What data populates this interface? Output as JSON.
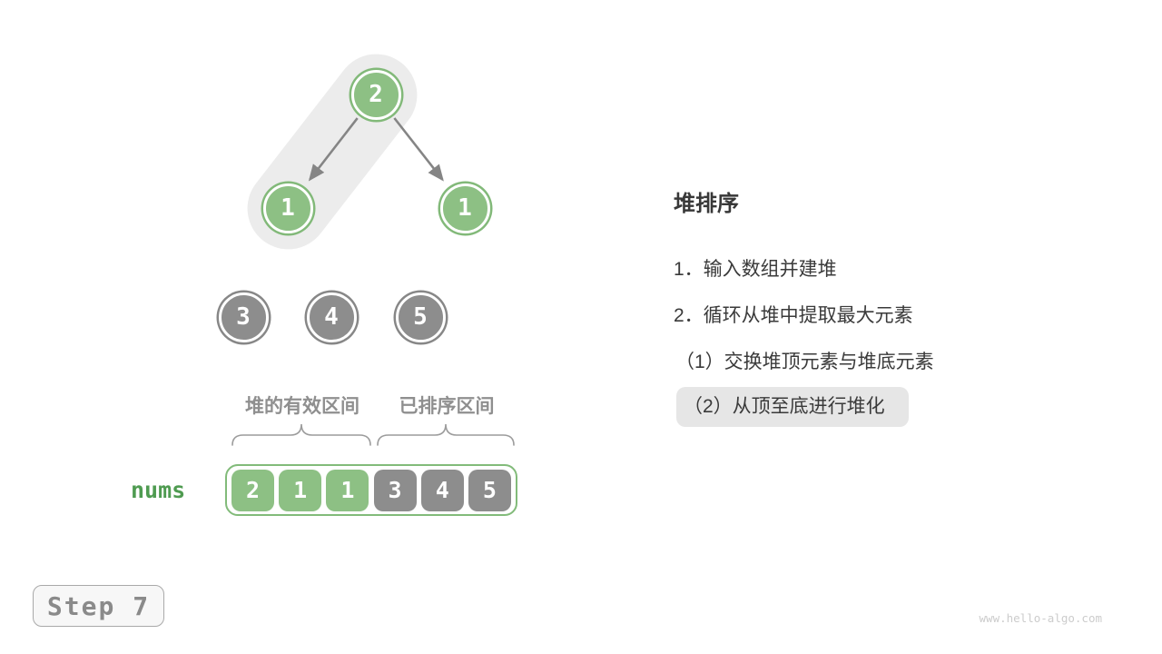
{
  "figure": {
    "tree": {
      "nodes": [
        {
          "role": "root",
          "value": "2",
          "state": "heap"
        },
        {
          "role": "left-child",
          "value": "1",
          "state": "heap"
        },
        {
          "role": "right-child",
          "value": "1",
          "state": "heap"
        }
      ],
      "detached_nodes": [
        {
          "value": "3",
          "state": "sorted"
        },
        {
          "value": "4",
          "state": "sorted"
        },
        {
          "value": "5",
          "state": "sorted"
        }
      ]
    },
    "region_labels": {
      "heap_range": "堆的有效区间",
      "sorted_range": "已排序区间"
    },
    "array": {
      "label": "nums",
      "cells": [
        {
          "value": "2",
          "state": "heap"
        },
        {
          "value": "1",
          "state": "heap"
        },
        {
          "value": "1",
          "state": "heap"
        },
        {
          "value": "3",
          "state": "sorted"
        },
        {
          "value": "4",
          "state": "sorted"
        },
        {
          "value": "5",
          "state": "sorted"
        }
      ]
    }
  },
  "panel": {
    "title": "堆排序",
    "steps": [
      {
        "text": "1．输入数组并建堆",
        "highlighted": false
      },
      {
        "text": "2．循环从堆中提取最大元素",
        "highlighted": false
      },
      {
        "text": "（1）交换堆顶元素与堆底元素",
        "highlighted": false
      },
      {
        "text": "（2）从顶至底进行堆化",
        "highlighted": true
      }
    ]
  },
  "footer": {
    "step_badge": "Step 7",
    "watermark": "www.hello-algo.com"
  },
  "colors": {
    "heap_green": "#8dc084",
    "sorted_gray": "#8d8d8d",
    "highlight_pill_gray": "#e6e6e6",
    "heapify_trail_gray": "#ececec",
    "nums_label_green": "#4f9b51",
    "arrow_gray": "#858585",
    "text_dark": "#3a3a3a"
  }
}
